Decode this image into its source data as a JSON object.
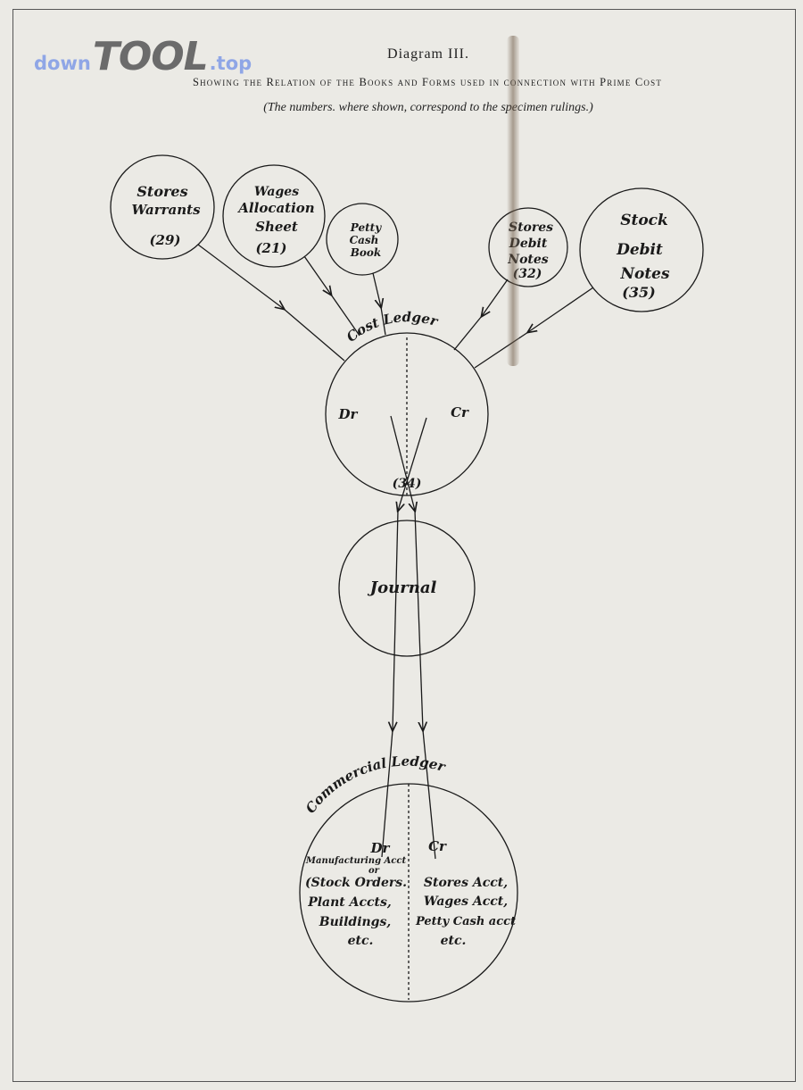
{
  "watermark": {
    "down": "down",
    "tool": "TOOL",
    "top": ".top"
  },
  "header": {
    "title": "Diagram III.",
    "subtitle": "Showing the Relation of the Books and Forms used in connection with Prime Cost",
    "note": "(The numbers. where shown, correspond to the specimen rulings.)"
  },
  "nodes": {
    "stores_warrants": {
      "lines": [
        "Stores",
        "Warrants"
      ],
      "number": "(29)"
    },
    "wages_allocation": {
      "lines": [
        "Wages",
        "Allocation",
        "Sheet"
      ],
      "number": "(21)"
    },
    "petty_cash": {
      "lines": [
        "Petty",
        "Cash",
        "Book"
      ]
    },
    "stores_debit": {
      "lines": [
        "Stores",
        "Debit",
        "Notes"
      ],
      "number": "(32)"
    },
    "stock_debit": {
      "lines": [
        "Stock",
        "Debit",
        "Notes"
      ],
      "number": "(35)"
    },
    "cost_ledger": {
      "label": "Cost Ledger",
      "dr": "Dr",
      "cr": "Cr",
      "number": "(34)"
    },
    "journal": {
      "label": "Journal"
    },
    "commercial_ledger": {
      "label": "Commercial Ledger",
      "dr": "Dr",
      "cr": "Cr",
      "dr_lines": [
        "Manufacturing Acct",
        "or",
        "(Stock Orders.",
        "Plant Accts,",
        "Buildings,",
        "etc."
      ],
      "cr_lines": [
        "Stores Acct,",
        "Wages Acct,",
        "Petty Cash acct",
        "etc."
      ]
    }
  }
}
